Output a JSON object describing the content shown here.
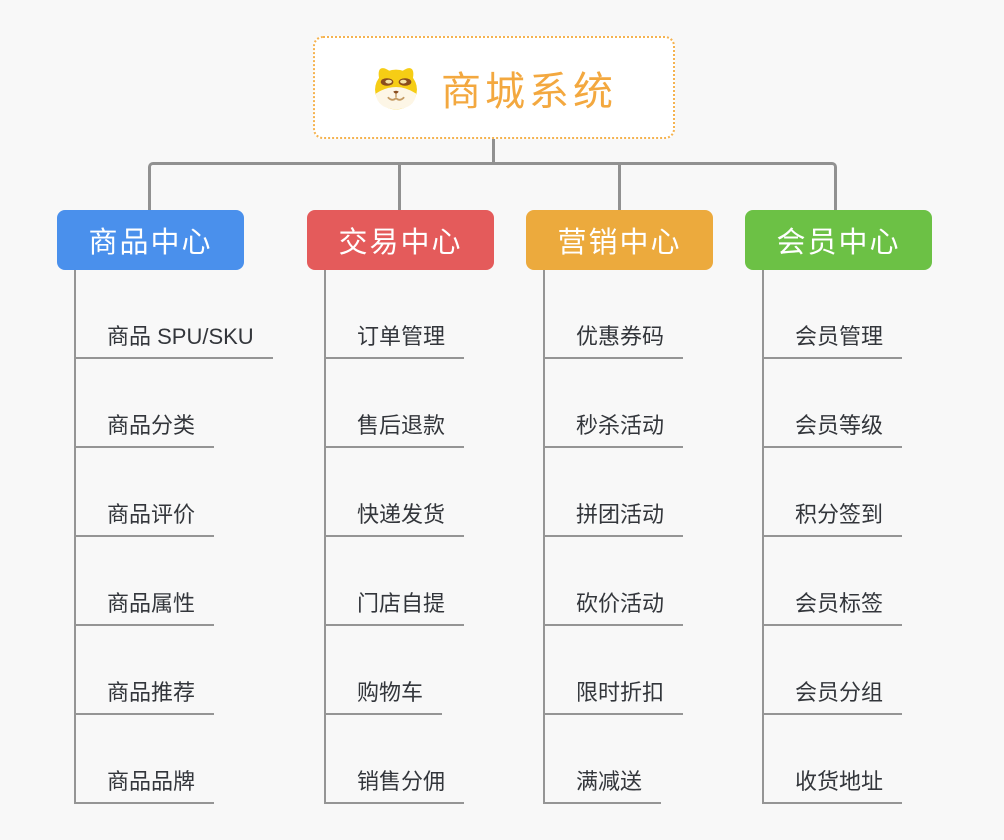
{
  "root": {
    "title": "商城系统",
    "icon": "dog-face-icon"
  },
  "branches": [
    {
      "label": "商品中心",
      "color": "#4a90ec",
      "children": [
        "商品 SPU/SKU",
        "商品分类",
        "商品评价",
        "商品属性",
        "商品推荐",
        "商品品牌"
      ]
    },
    {
      "label": "交易中心",
      "color": "#e45b5b",
      "children": [
        "订单管理",
        "售后退款",
        "快递发货",
        "门店自提",
        "购物车",
        "销售分佣"
      ]
    },
    {
      "label": "营销中心",
      "color": "#ecaa3d",
      "children": [
        "优惠券码",
        "秒杀活动",
        "拼团活动",
        "砍价活动",
        "限时折扣",
        "满减送"
      ]
    },
    {
      "label": "会员中心",
      "color": "#6cc145",
      "children": [
        "会员管理",
        "会员等级",
        "积分签到",
        "会员标签",
        "会员分组",
        "收货地址"
      ]
    }
  ],
  "colors": {
    "background": "#f8f8f8",
    "connector": "#919191",
    "child_line": "#959595",
    "root_border": "#f5b350",
    "root_title": "#f3a83f",
    "child_text": "#33363b"
  }
}
